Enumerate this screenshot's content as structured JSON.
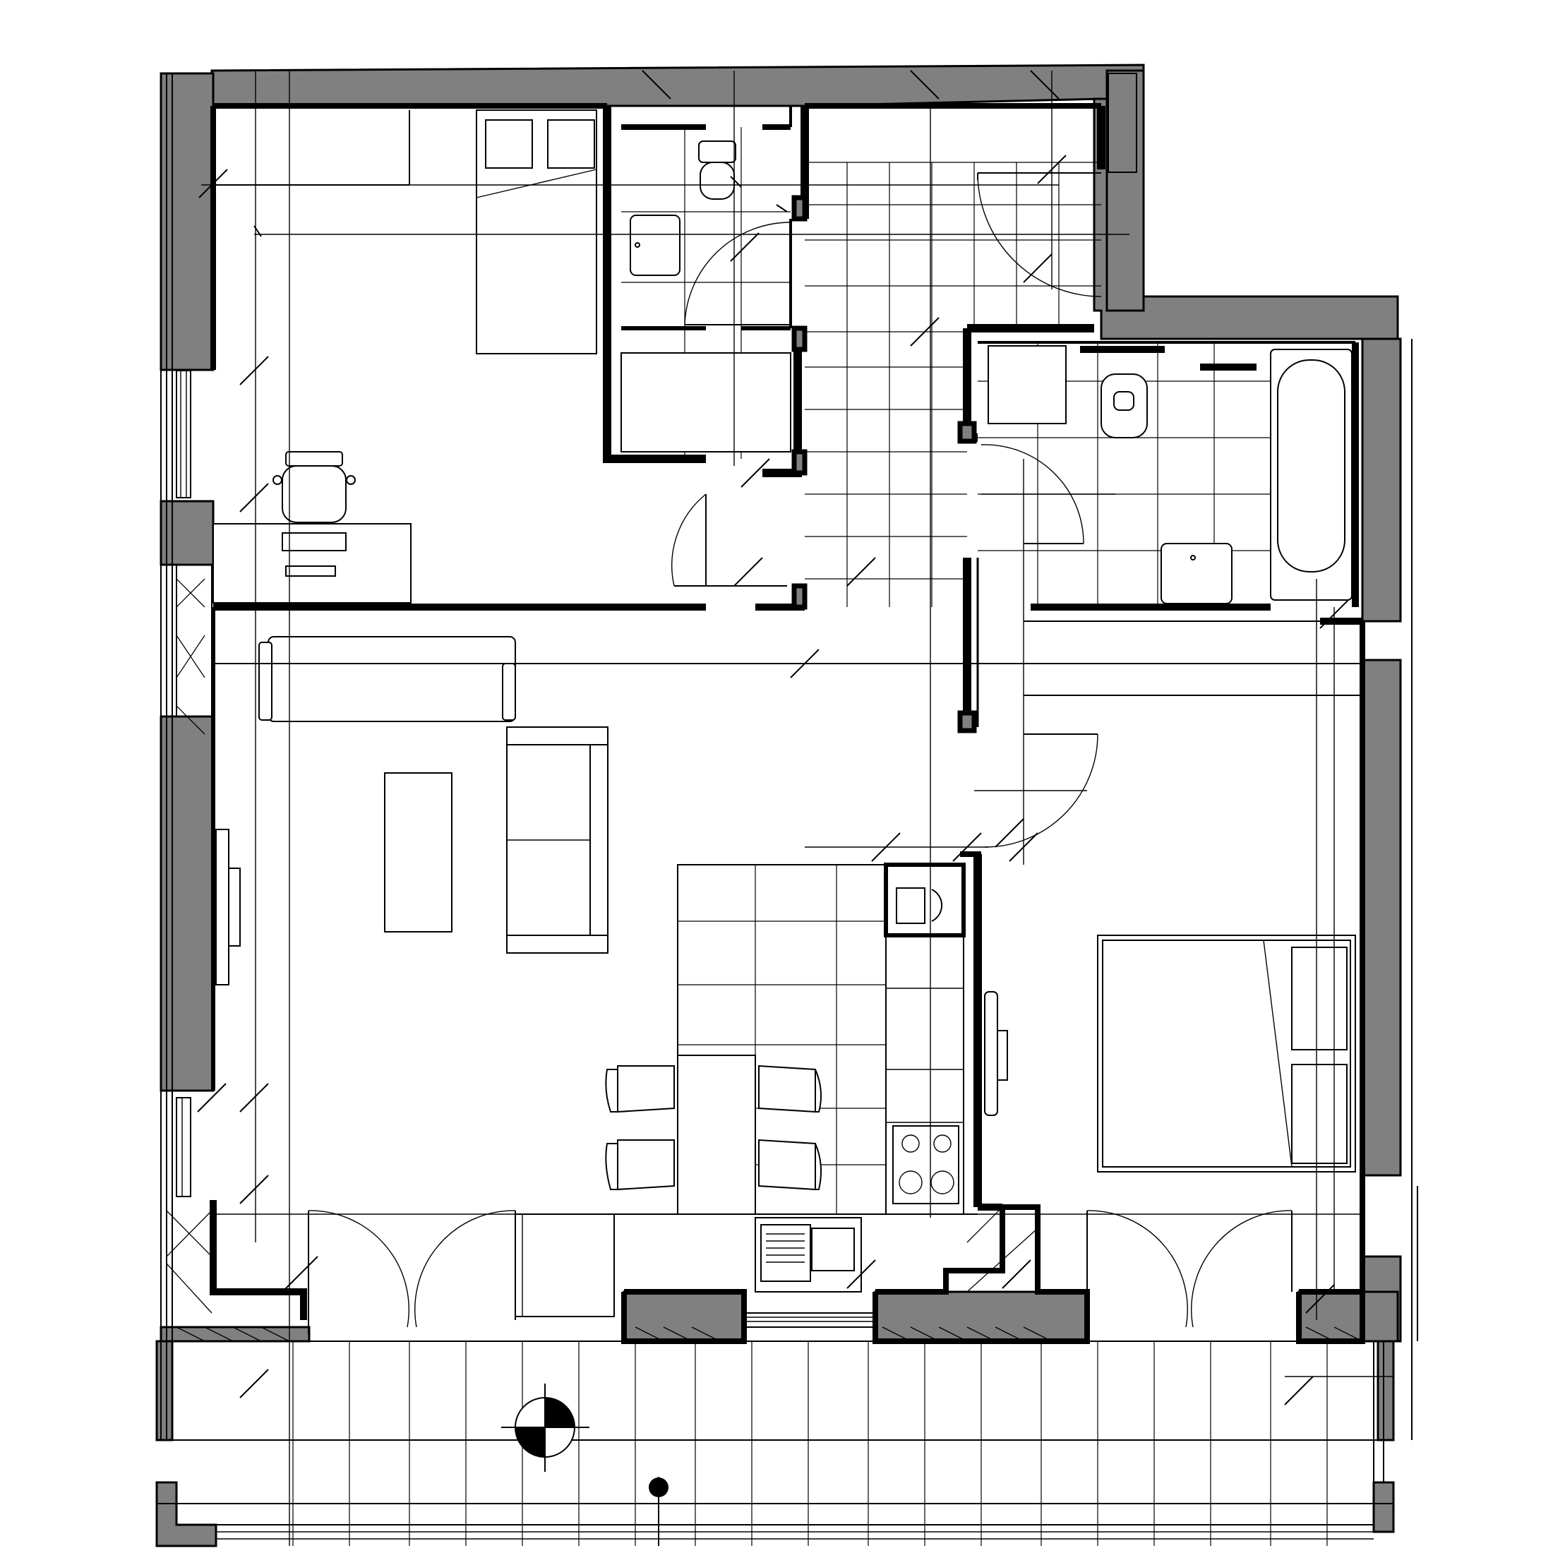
{
  "plan": {
    "background": "#ffffff",
    "wall_color": "#808080",
    "line_color": "#000000",
    "rooms": [
      {
        "id": "bedroom-north",
        "furniture": [
          "bed",
          "desk",
          "chair",
          "wardrobe"
        ]
      },
      {
        "id": "wc-north",
        "furniture": [
          "toilet",
          "shower-tray"
        ]
      },
      {
        "id": "hall",
        "furniture": []
      },
      {
        "id": "bathroom-east",
        "furniture": [
          "toilet",
          "bathtub",
          "shower-tray"
        ]
      },
      {
        "id": "living-kitchen",
        "furniture": [
          "sofa",
          "coffee-table",
          "tv-unit",
          "dining-table",
          "chairs",
          "kitchen-counter",
          "cooktop",
          "sink",
          "fridge"
        ]
      },
      {
        "id": "bedroom-south",
        "furniture": [
          "double-bed",
          "wardrobe",
          "tv-unit"
        ]
      },
      {
        "id": "balcony",
        "furniture": []
      }
    ],
    "symbols": [
      "north-arrow",
      "section-marker"
    ]
  }
}
